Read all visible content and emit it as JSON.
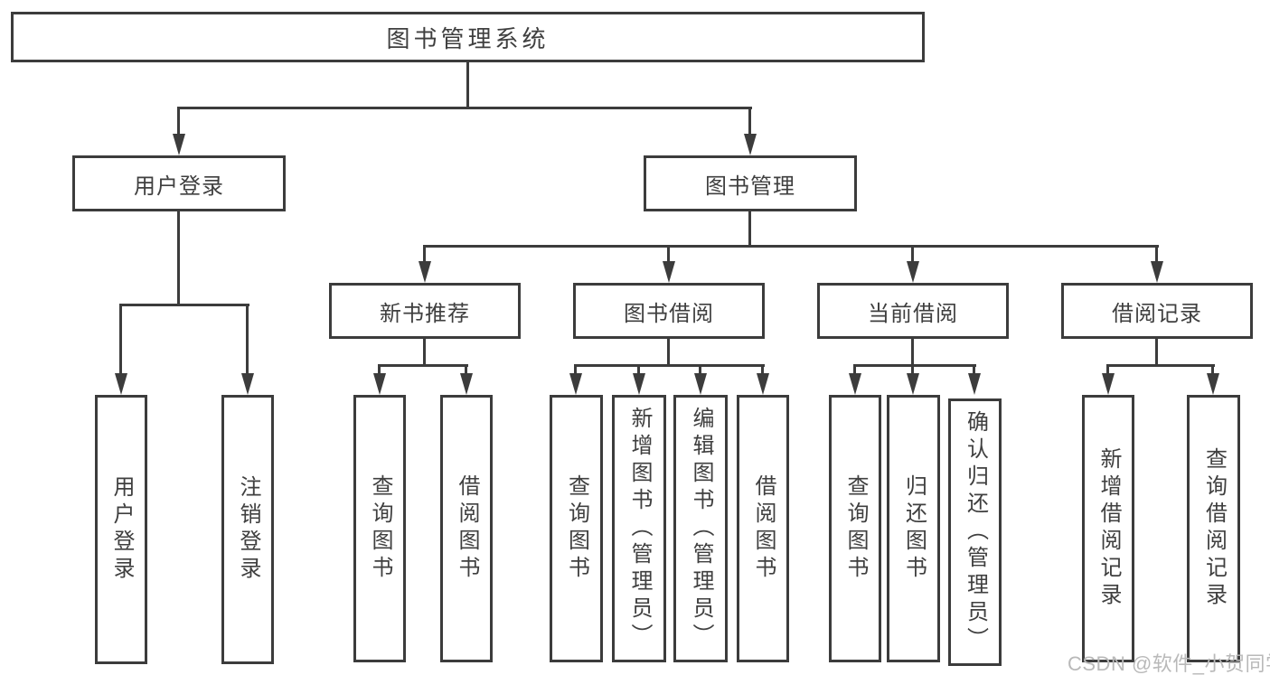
{
  "root": {
    "label": "图书管理系统"
  },
  "level2": {
    "user_login": {
      "label": "用户登录"
    },
    "book_mgmt": {
      "label": "图书管理"
    }
  },
  "level3": {
    "new_books": {
      "label": "新书推荐"
    },
    "book_borrow": {
      "label": "图书借阅"
    },
    "current_borrow": {
      "label": "当前借阅"
    },
    "borrow_records": {
      "label": "借阅记录"
    }
  },
  "leaves": {
    "user_login": [
      "用户登录",
      "注销登录"
    ],
    "new_books": [
      "查询图书",
      "借阅图书"
    ],
    "book_borrow": [
      "查询图书",
      "新增图书（管理员）",
      "编辑图书（管理员）",
      "借阅图书"
    ],
    "current_borrow": [
      "查询图书",
      "归还图书",
      "确认归还（管理员）"
    ],
    "borrow_records": [
      "新增借阅记录",
      "查询借阅记录"
    ]
  },
  "watermark": {
    "text": "CSDN @软件_小贺同学"
  },
  "colors": {
    "line": "#3c3c3c",
    "text": "#3f3f3f",
    "watermark": "#b9b9b9",
    "background": "#ffffff"
  }
}
